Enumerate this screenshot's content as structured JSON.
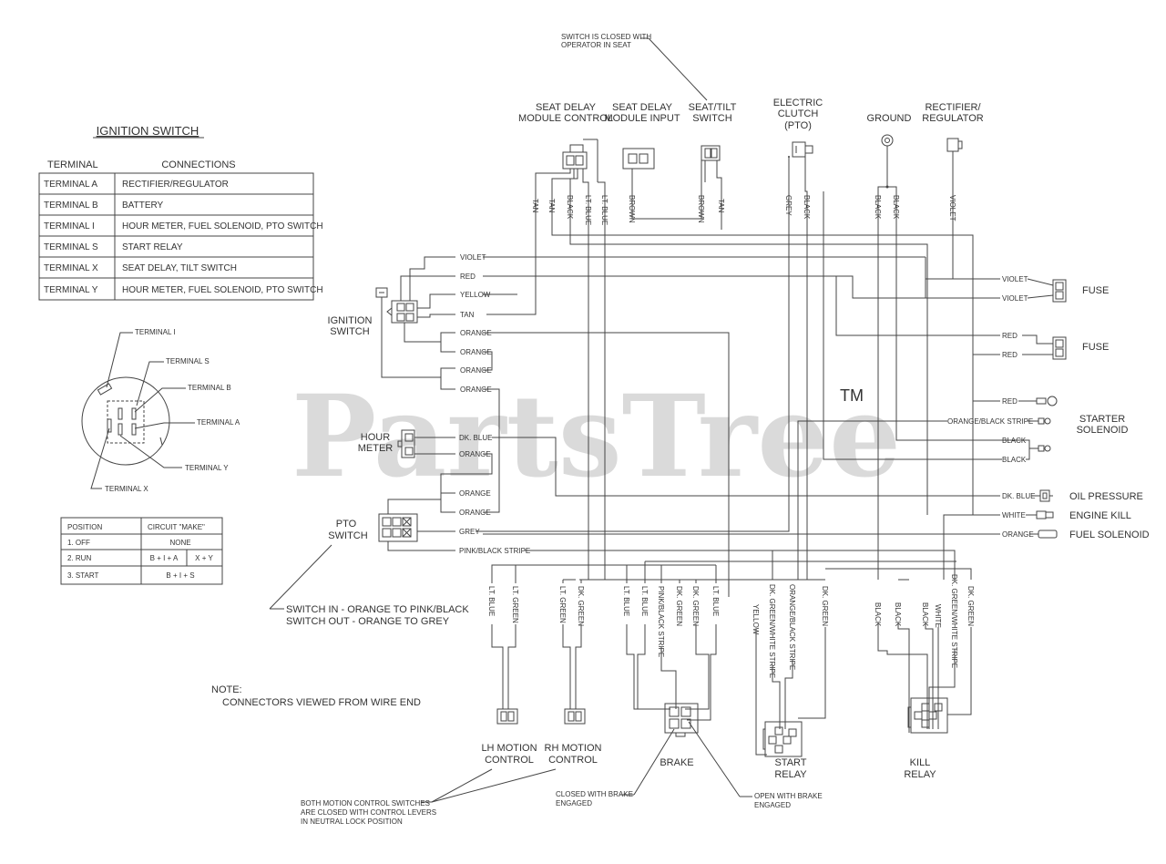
{
  "watermark": {
    "text": "PartsTree",
    "tm": "TM"
  },
  "top_note": {
    "line1": "SWITCH IS CLOSED WITH",
    "line2": "OPERATOR IN SEAT"
  },
  "components": {
    "seat_delay_control": [
      "SEAT DELAY",
      "MODULE CONTROL"
    ],
    "seat_delay_input": [
      "SEAT DELAY",
      "MODULE INPUT"
    ],
    "seat_tilt": [
      "SEAT/TILT",
      "SWITCH"
    ],
    "electric_clutch": [
      "ELECTRIC",
      "CLUTCH",
      "(PTO)"
    ],
    "ground": "GROUND",
    "rectifier": [
      "RECTIFIER/",
      "REGULATOR"
    ],
    "ignition_switch": [
      "IGNITION",
      "SWITCH"
    ],
    "hour_meter": [
      "HOUR",
      "METER"
    ],
    "pto_switch": [
      "PTO",
      "SWITCH"
    ],
    "fuse1": "FUSE",
    "fuse2": "FUSE",
    "starter_solenoid": [
      "STARTER",
      "SOLENOID"
    ],
    "oil_pressure": "OIL PRESSURE",
    "engine_kill": "ENGINE KILL",
    "fuel_solenoid": "FUEL SOLENOID",
    "lh_motion": [
      "LH MOTION",
      "CONTROL"
    ],
    "rh_motion": [
      "RH MOTION",
      "CONTROL"
    ],
    "brake": "BRAKE",
    "start_relay": [
      "START",
      "RELAY"
    ],
    "kill_relay": [
      "KILL",
      "RELAY"
    ]
  },
  "ignition_table": {
    "title": "IGNITION SWITCH",
    "headers": [
      "TERMINAL",
      "CONNECTIONS"
    ],
    "rows": [
      [
        "TERMINAL  A",
        "RECTIFIER/REGULATOR"
      ],
      [
        "TERMINAL  B",
        "BATTERY"
      ],
      [
        "TERMINAL  I",
        "HOUR METER, FUEL SOLENOID, PTO SWITCH"
      ],
      [
        "TERMINAL  S",
        "START RELAY"
      ],
      [
        "TERMINAL  X",
        "SEAT DELAY, TILT SWITCH"
      ],
      [
        "TERMINAL  Y",
        "HOUR METER, FUEL SOLENOID, PTO SWITCH"
      ]
    ]
  },
  "switch_terminals": [
    "TERMINAL I",
    "TERMINAL S",
    "TERMINAL B",
    "TERMINAL A",
    "TERMINAL Y",
    "TERMINAL X"
  ],
  "position_table": {
    "headers": [
      "POSITION",
      "CIRCUIT \"MAKE\""
    ],
    "rows": [
      [
        "1. OFF",
        "NONE",
        ""
      ],
      [
        "2. RUN",
        "B + I + A",
        "X + Y"
      ],
      [
        "3. START",
        "B + I + S",
        ""
      ]
    ]
  },
  "pto_note": [
    "SWITCH IN - ORANGE TO PINK/BLACK",
    "SWITCH OUT - ORANGE TO GREY"
  ],
  "note": [
    "NOTE:",
    "CONNECTORS VIEWED FROM WIRE END"
  ],
  "motion_note": [
    "BOTH MOTION CONTROL SWITCHES",
    "ARE CLOSED WITH CONTROL LEVERS",
    "IN NEUTRAL LOCK POSITION"
  ],
  "brake_note_closed": [
    "CLOSED WITH BRAKE",
    "ENGAGED"
  ],
  "brake_note_open": [
    "OPEN WITH BRAKE",
    "ENGAGED"
  ],
  "wire_labels": {
    "tan1": "TAN",
    "tan2": "TAN",
    "black1": "BLACK",
    "ltblue1": "LT. BLUE",
    "ltblue2": "LT. BLUE",
    "brown1": "BROWN",
    "brown2": "BROWN",
    "tan3": "TAN",
    "grey1": "GREY",
    "black2": "BLACK",
    "black3": "BLACK",
    "black4": "BLACK",
    "violet_top": "VIOLET",
    "ign_violet": "VIOLET",
    "ign_red": "RED",
    "ign_yellow": "YELLOW",
    "ign_tan": "TAN",
    "ign_orange1": "ORANGE",
    "ign_orange2": "ORANGE",
    "ign_orange3": "ORANGE",
    "ign_orange4": "ORANGE",
    "hm_dkblue": "DK. BLUE",
    "hm_orange1": "ORANGE",
    "hm_orange2": "ORANGE",
    "hm_orange3": "ORANGE",
    "pto_grey": "GREY",
    "pto_pink": "PINK/BLACK STRIPE",
    "fuse_violet1": "VIOLET",
    "fuse_violet2": "VIOLET",
    "fuse_red1": "RED",
    "fuse_red2": "RED",
    "ss_red": "RED",
    "ss_orange": "ORANGE/BLACK STRIPE",
    "ss_black1": "BLACK",
    "ss_black2": "BLACK",
    "op_dkblue": "DK. BLUE",
    "ek_white": "WHITE",
    "fs_orange": "ORANGE",
    "b_ltblue1": "LT. BLUE",
    "b_ltgreen1": "LT. GREEN",
    "b_ltgreen2": "LT. GREEN",
    "b_dkgreen1": "DK. GREEN",
    "b_ltblue2": "LT. BLUE",
    "b_ltblue3": "LT. BLUE",
    "b_pinkblack": "PINK/BLACK STRIPE",
    "b_dkgreen2": "DK. GREEN",
    "b_dkgreen3": "DK. GREEN",
    "b_ltblue4": "LT. BLUE",
    "b_yellow": "YELLOW",
    "b_dkgreenwhite": "DK. GREEN/WHITE STRIPE",
    "b_orangeblack": "ORANGE/BLACK STRIPE",
    "b_dkgreen4": "DK. GREEN",
    "b_black1": "BLACK",
    "b_black2": "BLACK",
    "b_black3": "BLACK",
    "b_white": "WHITE",
    "b_dkgreenwhite2": "DK. GREEN/WHITE STRIPE",
    "b_dkgreen5": "DK. GREEN"
  }
}
